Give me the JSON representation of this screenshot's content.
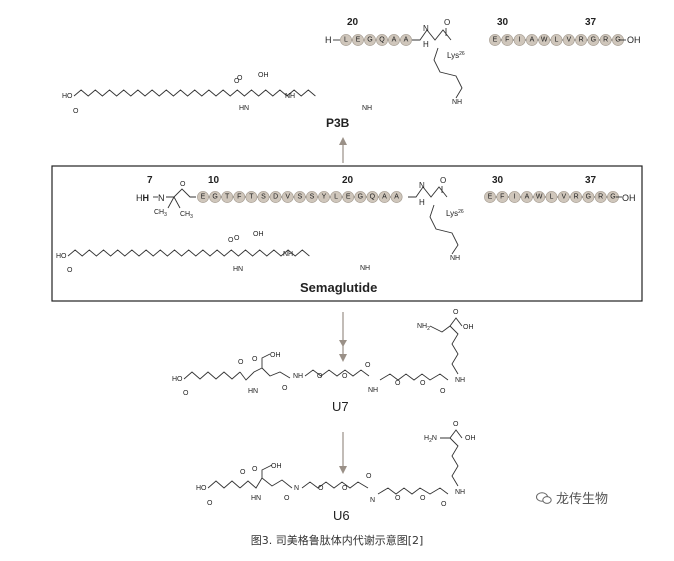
{
  "p3b": {
    "num_start": "20",
    "num_30": "30",
    "num_end": "37",
    "n_term": "H",
    "seq_a": [
      "L",
      "E",
      "G",
      "Q",
      "A",
      "A"
    ],
    "seq_b": [
      "E",
      "F",
      "I",
      "A",
      "W",
      "L",
      "V",
      "R",
      "G",
      "R",
      "G"
    ],
    "c_term": "OH",
    "lys": "Lys",
    "lys_sup": "26",
    "label": "P3B",
    "chain_oh": "HO",
    "amide_n": "N",
    "amide_h": "H",
    "acid": "OH",
    "o": "O"
  },
  "sema": {
    "num_7": "7",
    "num_10": "10",
    "num_20": "20",
    "num_30": "30",
    "num_37": "37",
    "n_term": "H",
    "aib_n": "N",
    "aib_h": "H",
    "ch3_a": "CH",
    "ch3_a_sub": "3",
    "ch3_b": "CH",
    "ch3_b_sub": "3",
    "seq_a": [
      "E",
      "G",
      "T",
      "F",
      "T",
      "S",
      "D",
      "V",
      "S",
      "S",
      "Y",
      "L",
      "E",
      "G",
      "Q",
      "A",
      "A"
    ],
    "seq_b": [
      "E",
      "F",
      "I",
      "A",
      "W",
      "L",
      "V",
      "R",
      "G",
      "R",
      "G"
    ],
    "c_term": "OH",
    "lys": "Lys",
    "lys_sup": "26",
    "label": "Semaglutide",
    "chain_oh": "HO",
    "amide_n": "N",
    "amide_h": "H",
    "acid": "OH",
    "o": "O"
  },
  "u7": {
    "label": "U7",
    "chain_oh": "HO",
    "amine": "NH",
    "amine_sub": "2",
    "acid": "OH",
    "amide_n": "N",
    "amide_h": "H",
    "o": "O"
  },
  "u6": {
    "label": "U6",
    "chain_oh": "HO",
    "amine": "H",
    "amine_n": "N",
    "amine_sub": "2",
    "acid": "OH",
    "amide_n": "N",
    "amide_h": "H",
    "o": "O"
  },
  "caption": "图3. 司美格鲁肽体内代谢示意图[2]",
  "watermark": "龙传生物",
  "colors": {
    "bead": "#cfc6bb",
    "arrow": "#9a9087",
    "frame": "#222222"
  }
}
